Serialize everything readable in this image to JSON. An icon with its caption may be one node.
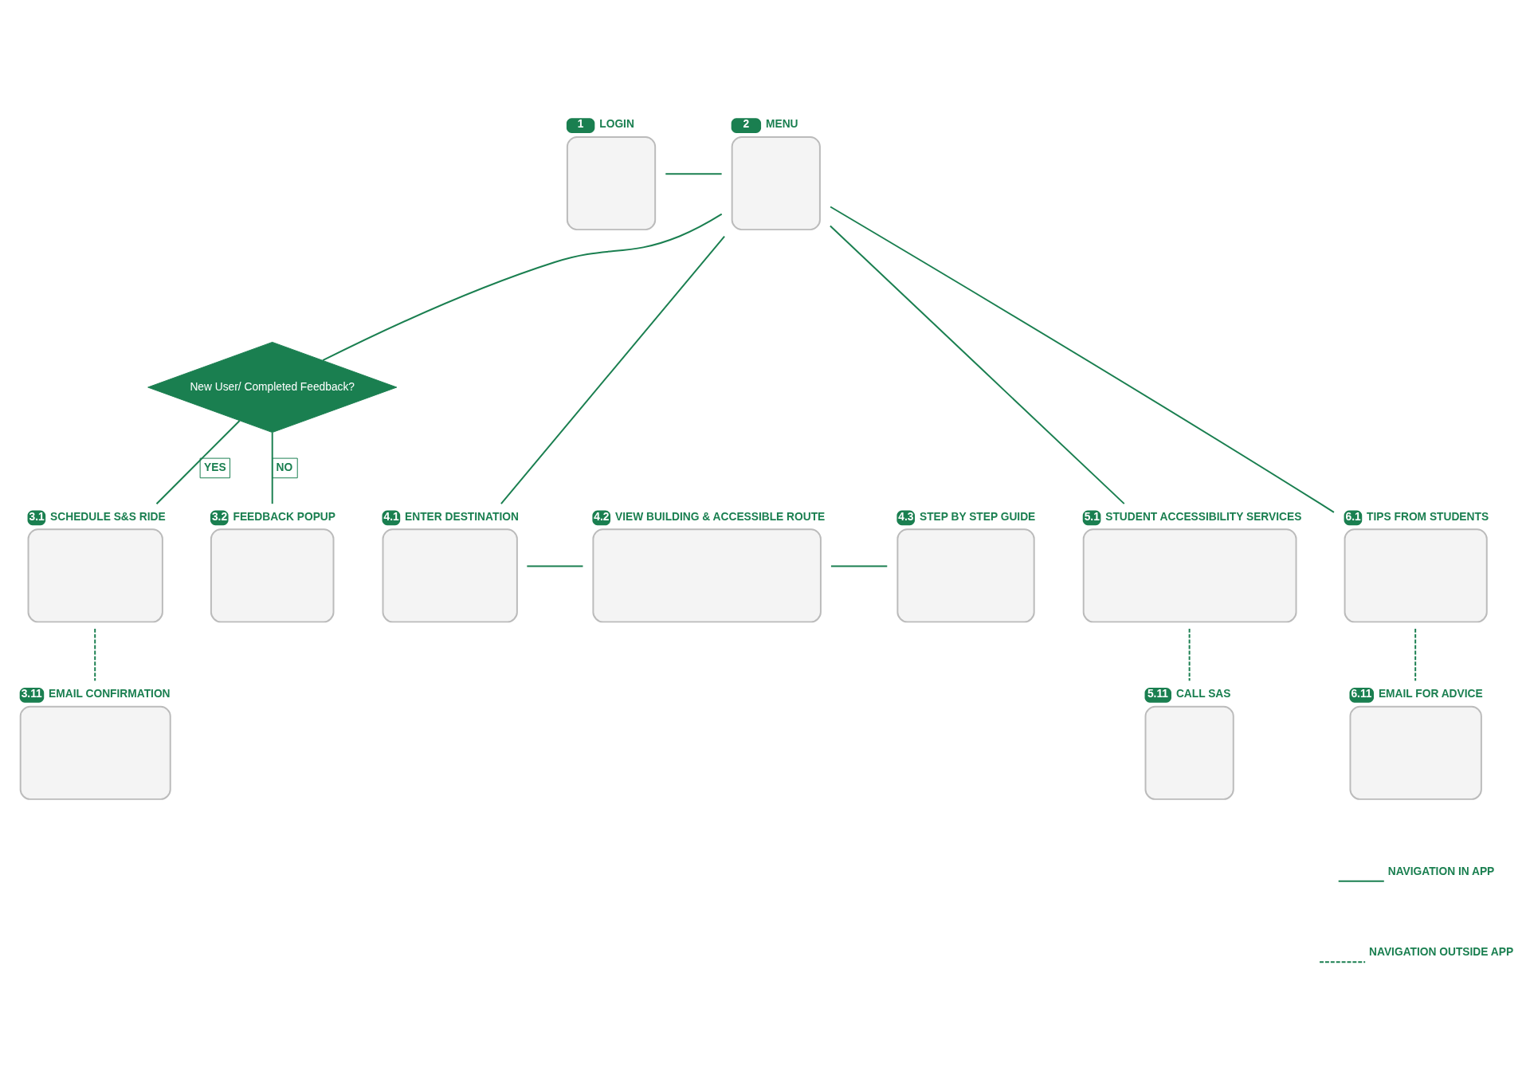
{
  "diagram": {
    "nodes": [
      {
        "text": [
          "1",
          "LOGIN"
        ]
      },
      {
        "text": [
          "2",
          "MENU"
        ]
      },
      {
        "text": [
          "New User/ Completed Feedback?"
        ]
      },
      {
        "text": [
          "3.1",
          "SCHEDULE S&S RIDE"
        ]
      },
      {
        "text": [
          "3.2",
          "FEEDBACK POPUP"
        ]
      },
      {
        "text": [
          "4.1",
          "ENTER DESTINATION"
        ]
      },
      {
        "text": [
          "4.2",
          "VIEW BUILDING & ACCESSIBLE ROUTE"
        ]
      },
      {
        "text": [
          "4.3",
          "STEP BY STEP GUIDE"
        ]
      },
      {
        "text": [
          "5.1",
          "STUDENT ACCESSIBILITY SERVICES"
        ]
      },
      {
        "text": [
          "6.1",
          "TIPS FROM STUDENTS"
        ]
      },
      {
        "text": [
          "3.11",
          "EMAIL CONFIRMATION"
        ]
      },
      {
        "text": [
          "5.11",
          "CALL SAS"
        ]
      },
      {
        "text": [
          "6.11",
          "EMAIL FOR ADVICE"
        ]
      }
    ],
    "edges": [
      {
        "from": 0,
        "to": 1,
        "arrow": "none"
      },
      {
        "from": 1,
        "to": 2,
        "arrow": "none"
      },
      {
        "from": 1,
        "to": 5,
        "arrow": "none"
      },
      {
        "from": 1,
        "to": 8,
        "arrow": "none"
      },
      {
        "from": 1,
        "to": 9,
        "arrow": "none"
      },
      {
        "from": 2,
        "to": 3,
        "label": "YES",
        "arrow": "none"
      },
      {
        "from": 2,
        "to": 4,
        "label": "NO",
        "arrow": "none"
      },
      {
        "from": 5,
        "to": 6,
        "arrow": "none"
      },
      {
        "from": 6,
        "to": 7,
        "arrow": "none"
      },
      {
        "from": 3,
        "to": 10,
        "arrow": "none",
        "style": "dashed"
      },
      {
        "from": 8,
        "to": 11,
        "arrow": "none",
        "style": "dashed"
      },
      {
        "from": 9,
        "to": 12,
        "arrow": "none",
        "style": "dashed"
      }
    ],
    "legend": [
      {
        "text": "NAVIGATION IN APP"
      },
      {
        "text": "NAVIGATION OUTSIDE APP"
      }
    ]
  }
}
